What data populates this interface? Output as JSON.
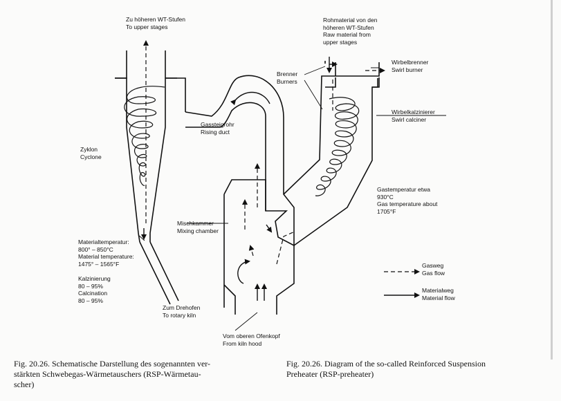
{
  "labels": {
    "upper_stages": {
      "de": "Zu höheren WT-Stufen",
      "en": "To upper stages"
    },
    "raw_material": {
      "l1": "Rohmaterial von den",
      "l2": "höheren WT-Stufen",
      "l3": "Raw material from",
      "l4": "upper stages"
    },
    "burners": {
      "de": "Brenner",
      "en": "Burners"
    },
    "swirl_burner": {
      "de": "Wirbelbrenner",
      "en": "Swirl burner"
    },
    "swirl_calciner": {
      "de": "Wirbelkalzinierer",
      "en": "Swirl calciner"
    },
    "rising_duct": {
      "de": "Gassteigrohr",
      "en": "Rising duct"
    },
    "cyclone": {
      "de": "Zyklon",
      "en": "Cyclone"
    },
    "gas_temp": {
      "l1": "Gastemperatur etwa",
      "l2": "930°C",
      "l3": "Gas temperature about",
      "l4": "1705°F"
    },
    "mixing_chamber": {
      "de": "Mischkammer",
      "en": "Mixing chamber"
    },
    "material_temp": {
      "l1": "Materialtemperatur:",
      "l2": "800° – 850°C",
      "l3": "Material temperature:",
      "l4": "1475° – 1565°F"
    },
    "calcination": {
      "l1": "Kalzinierung",
      "l2": "80 – 95%",
      "l3": "Calcination",
      "l4": "80 – 95%"
    },
    "rotary_kiln": {
      "de": "Zum Drehofen",
      "en": "To rotary kiln"
    },
    "kiln_hood": {
      "de": "Vom oberen Ofenkopf",
      "en": "From kiln hood"
    }
  },
  "legend": {
    "gas": {
      "de": "Gasweg",
      "en": "Gas flow"
    },
    "material": {
      "de": "Materialweg",
      "en": "Material flow"
    }
  },
  "captions": {
    "de": {
      "l1": "Fig. 20.26.   Schematische Darstellung des sogenannten ver-",
      "l2": "stärkten   Schwebegas-Wärmetauschers   (RSP-Wärmetau-",
      "l3": "scher)"
    },
    "en": {
      "l1": "Fig. 20.26.   Diagram of the so-called Reinforced Suspension",
      "l2": "Preheater (RSP-preheater)"
    }
  }
}
